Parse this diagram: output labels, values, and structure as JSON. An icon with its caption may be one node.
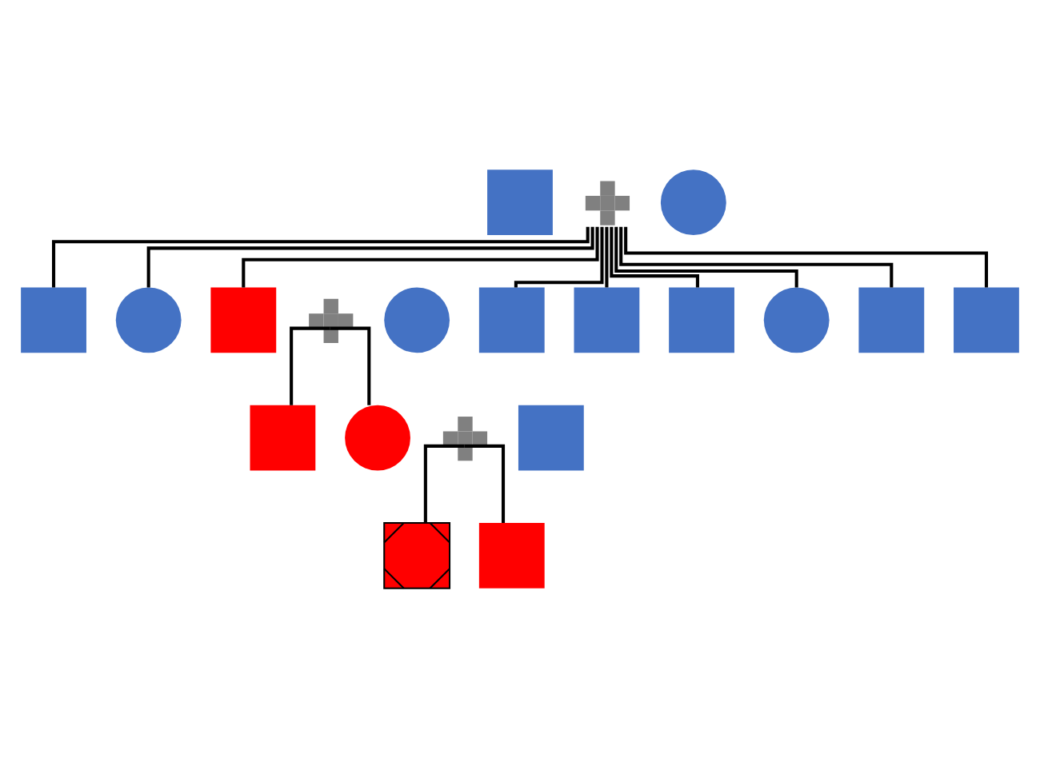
{
  "diagram": {
    "nodes": [
      {
        "text": [],
        "shape": "box"
      },
      {
        "text": [],
        "shape": "plus"
      },
      {
        "text": [],
        "shape": "circle"
      },
      {
        "text": [],
        "shape": "box"
      },
      {
        "text": [],
        "shape": "box"
      },
      {
        "text": [],
        "shape": "box"
      },
      {
        "text": [],
        "shape": "circle"
      },
      {
        "text": [],
        "shape": "box"
      },
      {
        "text": [],
        "shape": "box"
      },
      {
        "text": [],
        "shape": "box"
      },
      {
        "text": [],
        "shape": "circle"
      },
      {
        "text": [],
        "shape": "box"
      },
      {
        "text": [],
        "shape": "plus"
      },
      {
        "text": [],
        "shape": "circle"
      },
      {
        "text": [],
        "shape": "box"
      },
      {
        "text": [],
        "shape": "circle"
      },
      {
        "text": [],
        "shape": "plus"
      },
      {
        "text": [],
        "shape": "box"
      },
      {
        "text": [],
        "shape": "box"
      },
      {
        "text": [],
        "shape": "box"
      }
    ],
    "edges": [
      {
        "from": 1,
        "to": 9,
        "arrow": "none"
      },
      {
        "from": 1,
        "to": 10,
        "arrow": "none"
      },
      {
        "from": 1,
        "to": 11,
        "arrow": "none"
      },
      {
        "from": 1,
        "to": 3,
        "arrow": "none"
      },
      {
        "from": 1,
        "to": 4,
        "arrow": "none"
      },
      {
        "from": 1,
        "to": 5,
        "arrow": "none"
      },
      {
        "from": 1,
        "to": 6,
        "arrow": "none"
      },
      {
        "from": 1,
        "to": 7,
        "arrow": "none"
      },
      {
        "from": 1,
        "to": 8,
        "arrow": "none"
      },
      {
        "from": 12,
        "to": 14,
        "arrow": "none"
      },
      {
        "from": 12,
        "to": 15,
        "arrow": "none"
      },
      {
        "from": 16,
        "to": 18,
        "arrow": "none"
      },
      {
        "from": 16,
        "to": 19,
        "arrow": "none"
      }
    ]
  }
}
